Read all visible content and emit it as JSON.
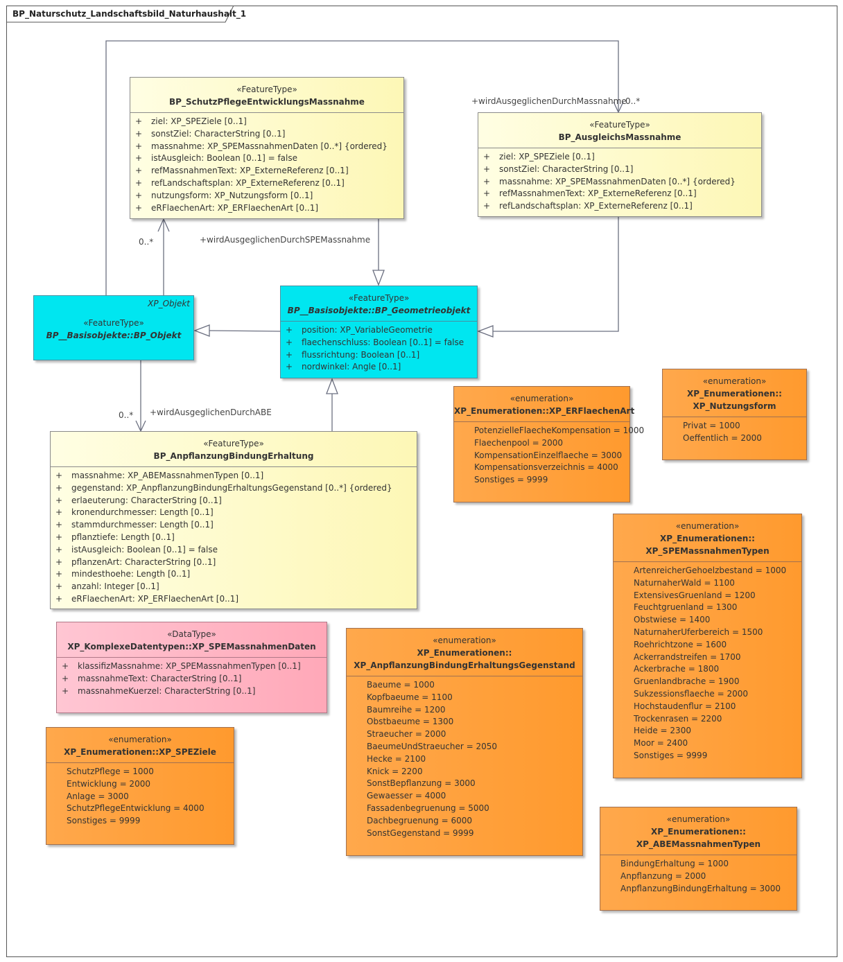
{
  "diagram_title": "BP_Naturschutz_Landschaftsbild_Naturhaushalt_1",
  "colors": {
    "feature": "#fdf7b6",
    "basis": "#00e6f0",
    "enumeration": "#ffa040",
    "datatype": "#ffb0c0"
  },
  "classes": {
    "spe": {
      "stereotype": "«FeatureType»",
      "name": "BP_SchutzPflegeEntwicklungsMassnahme",
      "attrs": [
        "ziel: XP_SPEZiele [0..1]",
        "sonstZiel: CharacterString [0..1]",
        "massnahme: XP_SPEMassnahmenDaten [0..*] {ordered}",
        "istAusgleich: Boolean [0..1] = false",
        "refMassnahmenText: XP_ExterneReferenz [0..1]",
        "refLandschaftsplan: XP_ExterneReferenz [0..1]",
        "nutzungsform: XP_Nutzungsform [0..1]",
        "eRFlaechenArt: XP_ERFlaechenArt [0..1]"
      ]
    },
    "ausgleich": {
      "stereotype": "«FeatureType»",
      "name": "BP_AusgleichsMassnahme",
      "attrs": [
        "ziel: XP_SPEZiele [0..1]",
        "sonstZiel: CharacterString [0..1]",
        "massnahme: XP_SPEMassnahmenDaten [0..*] {ordered}",
        "refMassnahmenText: XP_ExterneReferenz [0..1]",
        "refLandschaftsplan: XP_ExterneReferenz [0..1]"
      ]
    },
    "objekt": {
      "corner": "XP_Objekt",
      "stereotype": "«FeatureType»",
      "name": "BP__Basisobjekte::BP_Objekt"
    },
    "geometrie": {
      "stereotype": "«FeatureType»",
      "name": "BP__Basisobjekte::BP_Geometrieobjekt",
      "attrs": [
        "position: XP_VariableGeometrie",
        "flaechenschluss: Boolean [0..1] = false",
        "flussrichtung: Boolean [0..1]",
        "nordwinkel: Angle [0..1]"
      ]
    },
    "abe": {
      "stereotype": "«FeatureType»",
      "name": "BP_AnpflanzungBindungErhaltung",
      "attrs": [
        "massnahme: XP_ABEMassnahmenTypen [0..1]",
        "gegenstand: XP_AnpflanzungBindungErhaltungsGegenstand [0..*] {ordered}",
        "erlaeuterung: CharacterString [0..1]",
        "kronendurchmesser: Length [0..1]",
        "stammdurchmesser: Length [0..1]",
        "pflanztiefe: Length [0..1]",
        "istAusgleich: Boolean [0..1] = false",
        "pflanzenArt: CharacterString [0..1]",
        "mindesthoehe: Length [0..1]",
        "anzahl: Integer [0..1]",
        "eRFlaechenArt: XP_ERFlaechenArt [0..1]"
      ]
    },
    "speDaten": {
      "stereotype": "«DataType»",
      "name": "XP_KomplexeDatentypen::XP_SPEMassnahmenDaten",
      "attrs": [
        "klassifizMassnahme: XP_SPEMassnahmenTypen [0..1]",
        "massnahmeText: CharacterString [0..1]",
        "massnahmeKuerzel: CharacterString [0..1]"
      ]
    },
    "erFlaechenArt": {
      "stereotype": "«enumeration»",
      "name": "XP_Enumerationen::XP_ERFlaechenArt",
      "literals": [
        "PotenzielleFlaecheKompensation = 1000",
        "Flaechenpool = 2000",
        "KompensationEinzelflaeche = 3000",
        "Kompensationsverzeichnis = 4000",
        "Sonstiges = 9999"
      ]
    },
    "nutzungsform": {
      "stereotype": "«enumeration»",
      "name1": "XP_Enumerationen::",
      "name2": "XP_Nutzungsform",
      "literals": [
        "Privat = 1000",
        "Oeffentlich = 2000"
      ]
    },
    "speTypen": {
      "stereotype": "«enumeration»",
      "name1": "XP_Enumerationen::",
      "name2": "XP_SPEMassnahmenTypen",
      "literals": [
        "ArtenreicherGehoelzbestand = 1000",
        "NaturnaherWald = 1100",
        "ExtensivesGruenland = 1200",
        "Feuchtgruenland = 1300",
        "Obstwiese = 1400",
        "NaturnaherUferbereich = 1500",
        "Roehrichtzone = 1600",
        "Ackerrandstreifen = 1700",
        "Ackerbrache = 1800",
        "Gruenlandbrache = 1900",
        "Sukzessionsflaeche = 2000",
        "Hochstaudenflur = 2100",
        "Trockenrasen = 2200",
        "Heide = 2300",
        "Moor = 2400",
        "Sonstiges = 9999"
      ]
    },
    "gegenstand": {
      "stereotype": "«enumeration»",
      "name1": "XP_Enumerationen::",
      "name2": "XP_AnpflanzungBindungErhaltungsGegenstand",
      "literals": [
        "Baeume = 1000",
        "Kopfbaeume = 1100",
        "Baumreihe = 1200",
        "Obstbaeume = 1300",
        "Straeucher = 2000",
        "BaeumeUndStraeucher = 2050",
        "Hecke = 2100",
        "Knick = 2200",
        "SonstBepflanzung = 3000",
        "Gewaesser = 4000",
        "Fassadenbegruenung = 5000",
        "Dachbegruenung = 6000",
        "SonstGegenstand = 9999"
      ]
    },
    "speZiele": {
      "stereotype": "«enumeration»",
      "name": "XP_Enumerationen::XP_SPEZiele",
      "literals": [
        "SchutzPflege = 1000",
        "Entwicklung = 2000",
        "Anlage = 3000",
        "SchutzPflegeEntwicklung = 4000",
        "Sonstiges = 9999"
      ]
    },
    "abeTypen": {
      "stereotype": "«enumeration»",
      "name1": "XP_Enumerationen::",
      "name2": "XP_ABEMassnahmenTypen",
      "literals": [
        "BindungErhaltung = 1000",
        "Anpflanzung = 2000",
        "AnpflanzungBindungErhaltung = 3000"
      ]
    }
  },
  "associations": {
    "ausgleich_role": "+wirdAusgeglichenDurchMassnahme",
    "ausgleich_mult": "0..*",
    "spe_role": "+wirdAusgeglichenDurchSPEMassnahme",
    "spe_mult": "0..*",
    "abe_role": "+wirdAusgeglichenDurchABE",
    "abe_mult": "0..*"
  }
}
